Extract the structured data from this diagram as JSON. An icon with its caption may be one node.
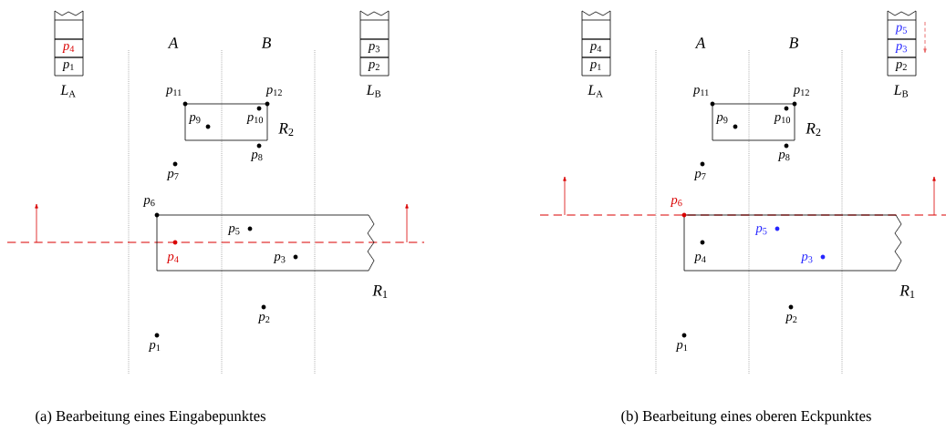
{
  "diagram": {
    "nodes": [
      {
        "text": [],
        "shape": "box"
      },
      {
        "text": [
          "*p*$_{4}$"
        ]
      },
      {
        "text": [
          "*p*$_{1}$"
        ]
      },
      {
        "text": [],
        "shape": "box"
      },
      {
        "text": [
          "*p*$_{3}$"
        ]
      },
      {
        "text": [
          "*p*$_{2}$"
        ]
      },
      {
        "text": [],
        "shape": "box",
        "beside": [
          "*R*$_{2}$"
        ]
      },
      {
        "text": [],
        "shape": "box",
        "beside": [
          "*R*$_{1}$"
        ]
      },
      {
        "text": [],
        "shape": "box"
      },
      {
        "text": [
          "*p*$_{4}$"
        ]
      },
      {
        "text": [
          "*p*$_{1}$"
        ]
      },
      {
        "text": [
          "*p*$_{5}$"
        ]
      },
      {
        "text": [
          "*p*$_{3}$"
        ]
      },
      {
        "text": [
          "*p*$_{2}$"
        ]
      },
      {
        "text": [],
        "shape": "box",
        "beside": [
          "*R*$_{2}$"
        ]
      },
      {
        "text": [],
        "shape": "box",
        "beside": [
          "*R*$_{1}$"
        ]
      }
    ],
    "labels": [
      "*L*$_{A}$",
      "*L*$_{B}$",
      "A",
      "B",
      "*p*$_{11}$",
      "*p*$_{12}$",
      "*p*$_{9}$",
      "*p*$_{10}$",
      "*p*$_{8}$",
      "*p*$_{7}$",
      "*p*$_{6}$",
      "*p*$_{5}$",
      "*p*$_{4}$",
      "*p*$_{3}$",
      "*p*$_{2}$",
      "*p*$_{1}$",
      "(a) Bearbeitung eines Eingabepunktes",
      "*L*$_{A}$",
      "*L*$_{B}$",
      "A",
      "B",
      "*p*$_{11}$",
      "*p*$_{12}$",
      "*p*$_{9}$",
      "*p*$_{10}$",
      "*p*$_{8}$",
      "*p*$_{7}$",
      "*p*$_{6}$",
      "*p*$_{5}$",
      "*p*$_{4}$",
      "*p*$_{3}$",
      "*p*$_{2}$",
      "*p*$_{1}$",
      "(b) Bearbeitung eines oberen Eckpunktes"
    ]
  }
}
